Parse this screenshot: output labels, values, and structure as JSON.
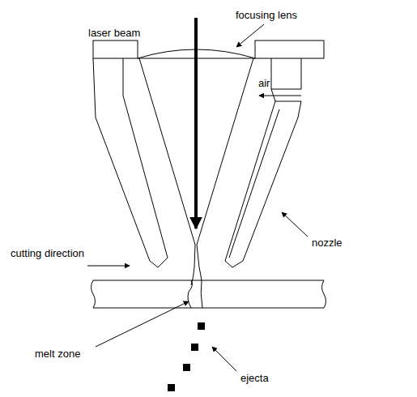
{
  "diagram": {
    "labels": [
      "laser beam",
      "focusing lens",
      "air",
      "nozzle",
      "cutting direction",
      "melt zone",
      "ejecta"
    ]
  }
}
